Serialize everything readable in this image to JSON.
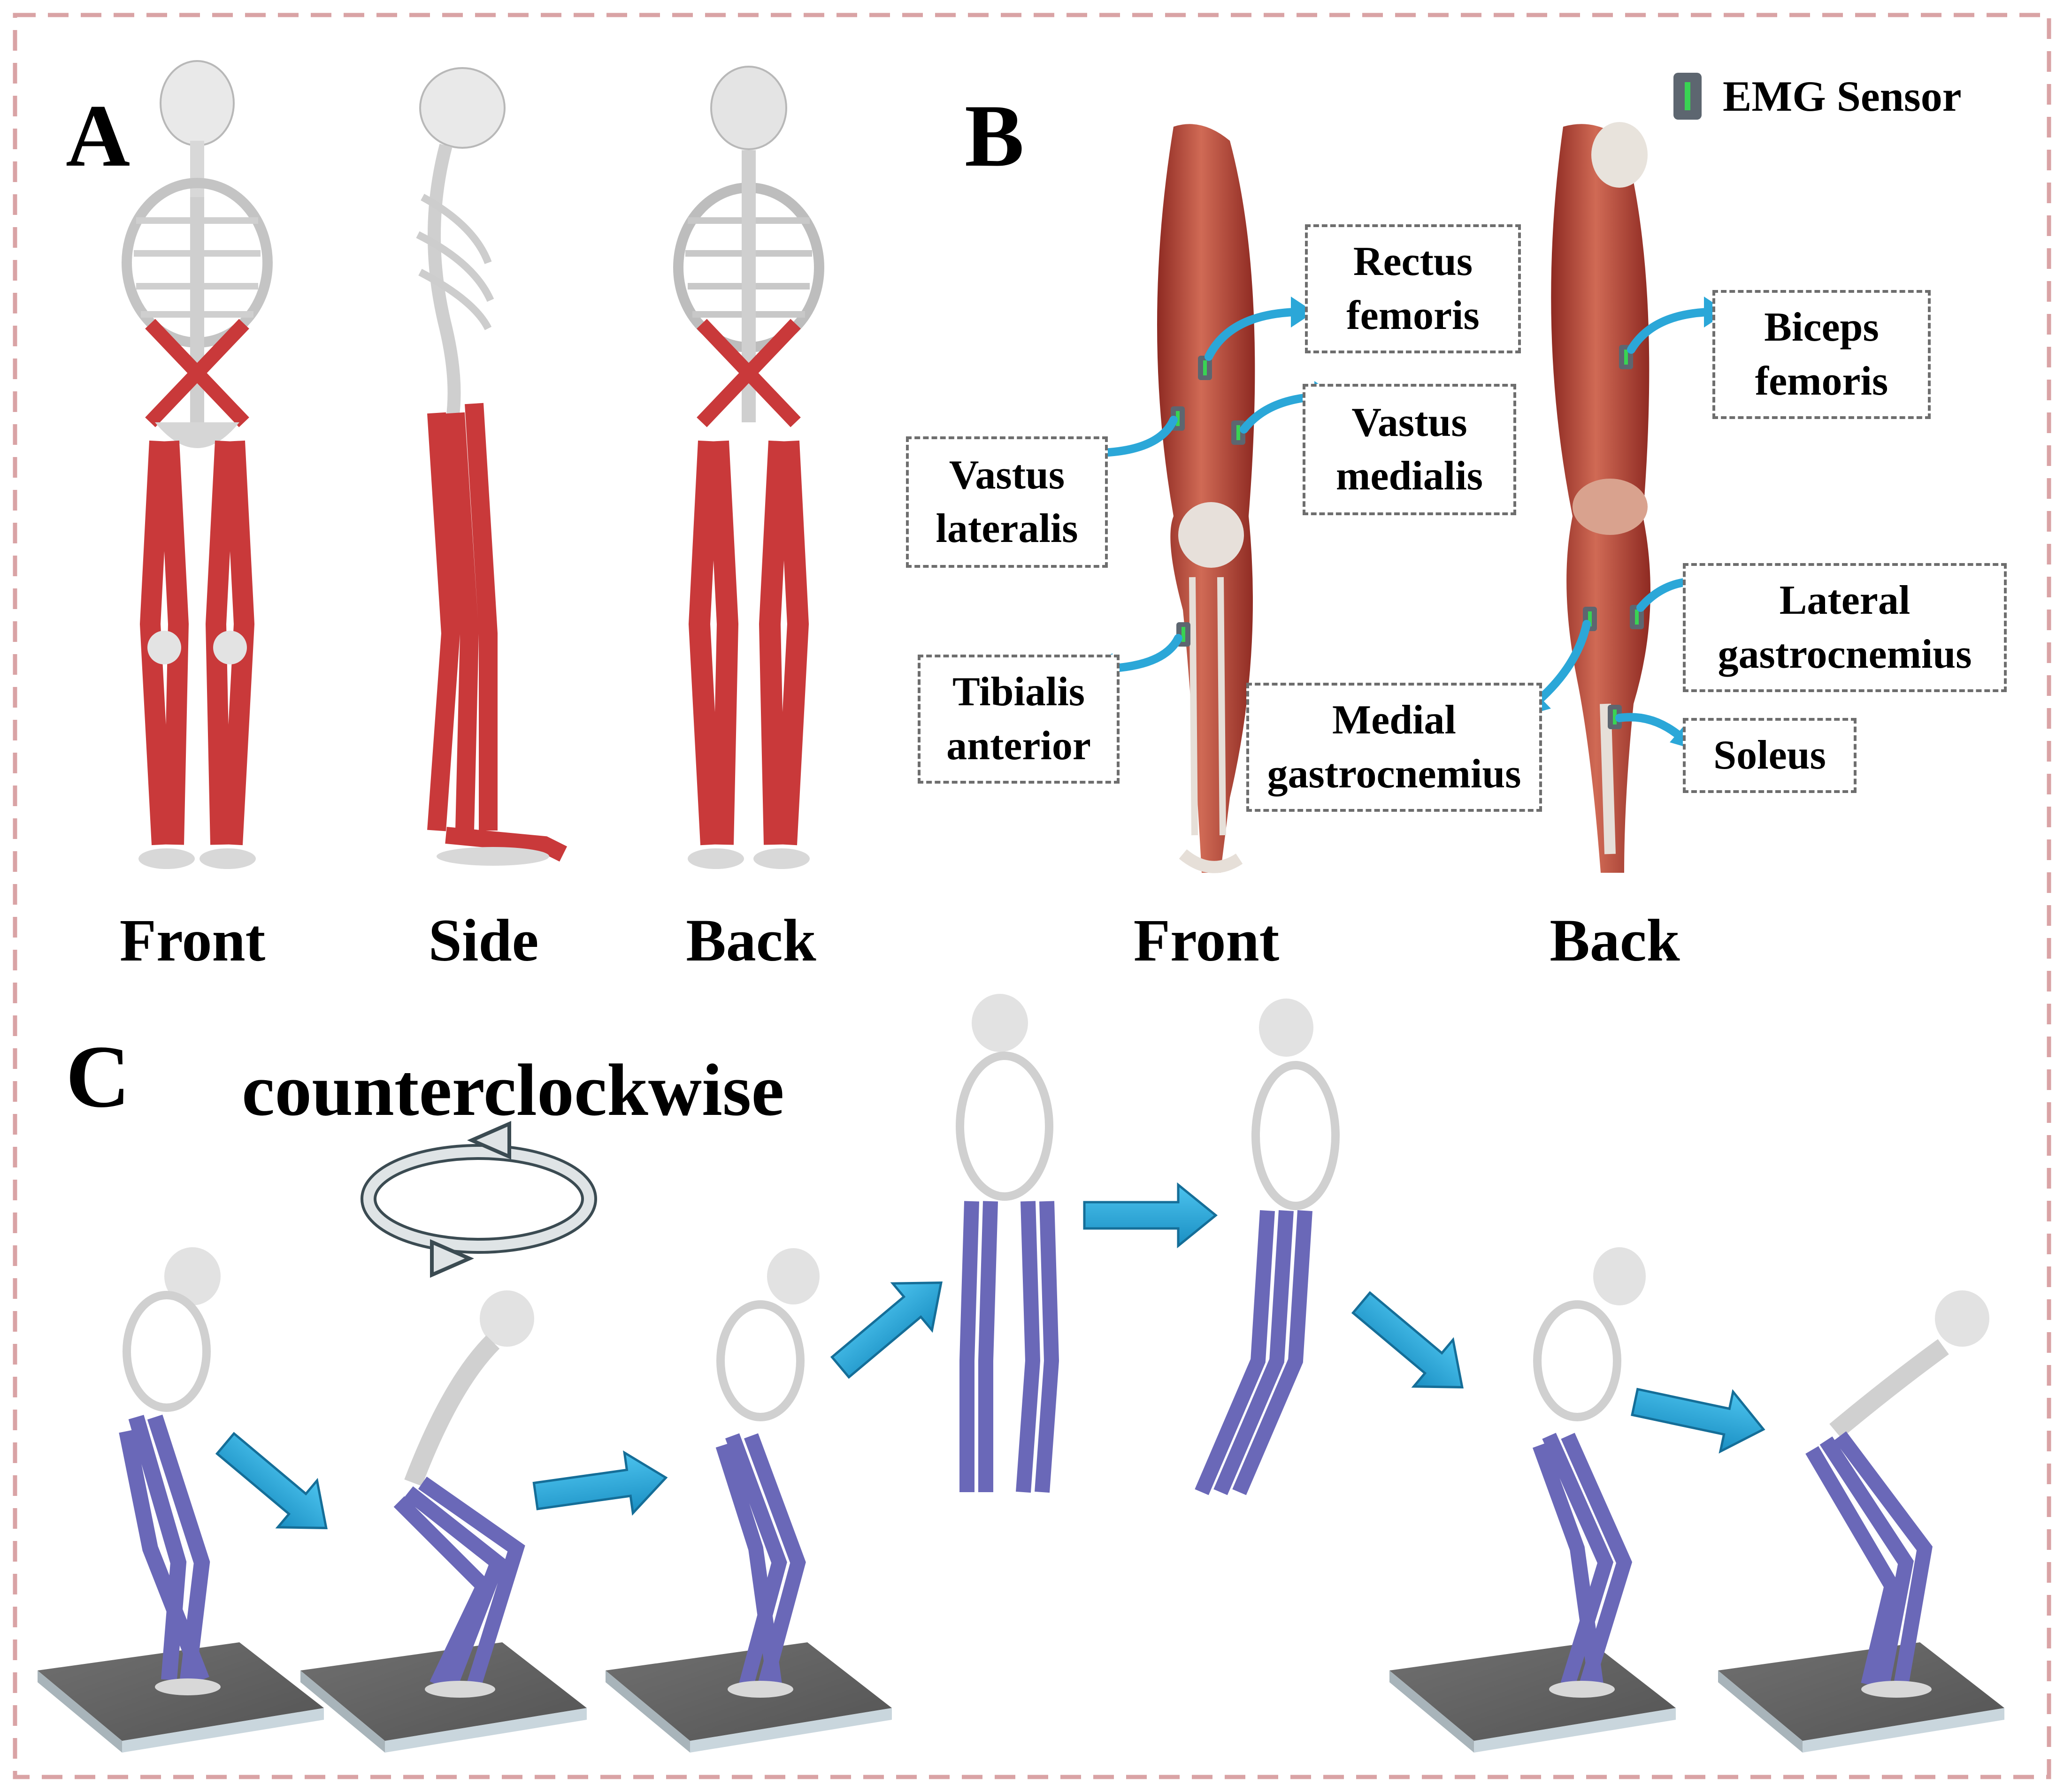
{
  "panels": {
    "a": {
      "letter": "A",
      "views": [
        "Front",
        "Side",
        "Back"
      ]
    },
    "b": {
      "letter": "B",
      "views": [
        "Front",
        "Back"
      ],
      "legend": {
        "label": "EMG Sensor",
        "icon": "emg-sensor-icon"
      },
      "muscles": {
        "rectus_femoris": "Rectus\nfemoris",
        "vastus_lateralis": "Vastus\nlateralis",
        "vastus_medialis": "Vastus\nmedialis",
        "tibialis_anterior": "Tibialis\nanterior",
        "biceps_femoris": "Biceps\nfemoris",
        "lateral_gastrocnemius": "Lateral\ngastrocnemius",
        "medial_gastrocnemius": "Medial\ngastrocnemius",
        "soleus": "Soleus"
      }
    },
    "c": {
      "letter": "C",
      "rotation_label": "counterclockwise"
    }
  },
  "colors": {
    "frame_border": "#d9a3a5",
    "muscle_red": "#c9393a",
    "muscle_blue": "#6a68b8",
    "bone": "#e9e9e9",
    "arrow_blue": "#2ba7d8",
    "plate": "#6a6a6a",
    "sensor": "#5d6670",
    "sensor_led": "#39d353"
  }
}
